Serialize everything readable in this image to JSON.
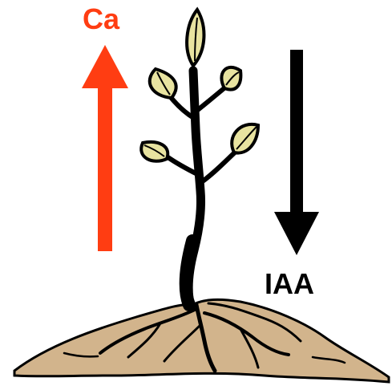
{
  "labels": {
    "upward": "Ca",
    "downward": "IAA"
  },
  "colors": {
    "upward_arrow": "#ff3d12",
    "downward_arrow": "#000000",
    "soil": "#d2b48c",
    "leaf": "#e8e3a0",
    "outline": "#000000"
  },
  "icons": {
    "plant": "seedling-illustration",
    "soil": "soil-mound",
    "up_arrow": "arrow-up-icon",
    "down_arrow": "arrow-down-icon"
  }
}
